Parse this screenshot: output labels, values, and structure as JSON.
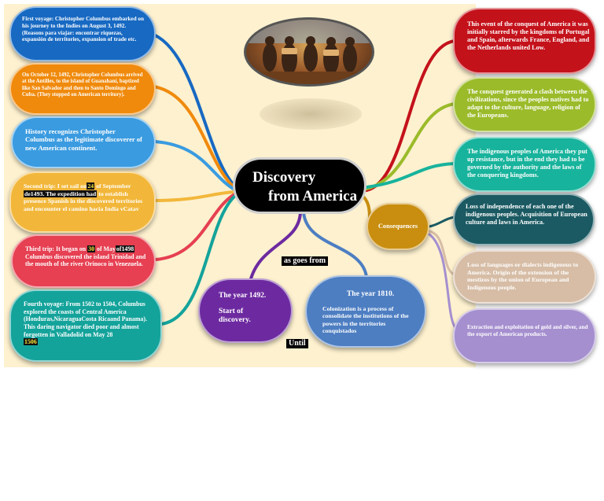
{
  "center": {
    "line1": "Discovery",
    "line2": "from America"
  },
  "consequences_label": "Consequences",
  "left_nodes": [
    {
      "text": "First voyage: Christopher Columbus embarked on his journey to the Indies on August 3, 1492. (Reasons para viajar: encontrar riquezas, expansión de territories, expansion of trade etc."
    },
    {
      "text": "On October 12, 1492, Christopher Columbus arrived at the Antilles, to the island of Guanahaní, baptized like San Salvador and then to Santo Domingo and Cuba. (They stopped on American territory)."
    },
    {
      "text": "History recognizes Christopher Columbus as the legitimate discoverer of new American continent."
    },
    {
      "pre": "Second trip: I set sail on",
      "hl1": "24",
      "mid": " of September ",
      "hl2": "de1493. The expedition had",
      "post": " to establish presence Spanish in the discovered territories and encounter el camino hacia India vCatav"
    },
    {
      "pre": "Third trip: It began on ",
      "hl1": "30",
      "mid": " of May",
      "hl2": "of1498",
      "post": " Columbus discovered the island Trinidad and the mouth of the river Orinoco in Venezuela."
    },
    {
      "text": "Fourth voyage: From 1502 to 1504, Columbus explored the coasts of Central America (Honduras,NicaraguaCosta Ricaand Panama). This daring navigator died poor and almost forgotten in Valladolid on May 28",
      "hl": "1506"
    }
  ],
  "right_nodes": [
    {
      "text": "This event of the conquest of America it was initially starred by the kingdoms of Portugal and Spain, afterwards France, England, and the Netherlands united Low."
    },
    {
      "text": "The conquest generated a clash between the civilizations, since the peoples natives had to adapt to the culture, language, religion of the Europeans."
    },
    {
      "text": "The indigenous peoples of America they put up resistance, but in the end they had to be governed by the authority and the laws of the conquering kingdoms."
    },
    {
      "text": "Loss of independence of each one of the indigenous peoples. Acquisition of European culture and laws in America."
    },
    {
      "text": "Loss of languages or dialects indigenous to America. Origin of the extension of the mestizos by the union of European and Indigenous people."
    },
    {
      "text": "Extraction and exploitation of gold and silver, and the export of American products."
    }
  ],
  "bottom_nodes": [
    {
      "title": "The year 1492.",
      "body": "Start of discovery."
    },
    {
      "title": "The year 1810.",
      "body": "Colonization is a process of consolidate the institutions of the powers in the territories conquistados"
    }
  ],
  "labels": {
    "from": "as goes from",
    "until": "Until"
  },
  "colors": {
    "left": [
      "#1769c2",
      "#f08a0c",
      "#3a9be0",
      "#f2b73a",
      "#e64052",
      "#14a39b"
    ],
    "right": [
      "#c4121b",
      "#9bbb2a",
      "#18b39c",
      "#1b5a63",
      "#d7bda6",
      "#a58fcf"
    ],
    "bottom": [
      "#6d2aa0",
      "#4d7ec2"
    ],
    "consequences": "#c98e10"
  }
}
